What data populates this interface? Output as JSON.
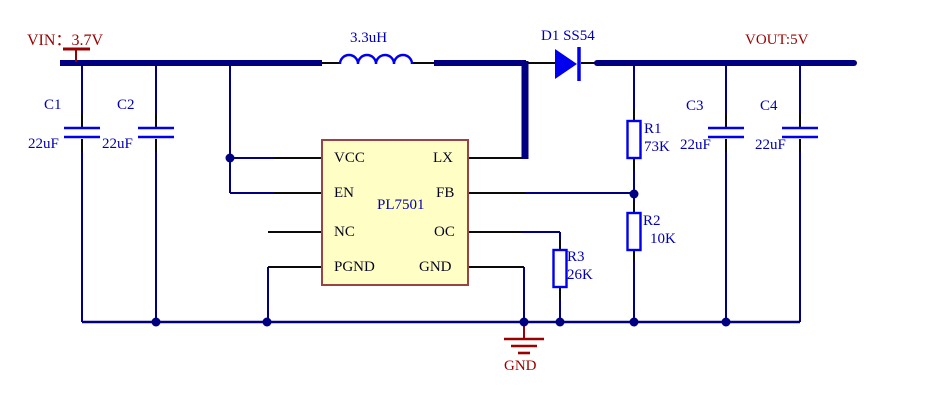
{
  "schematic": {
    "nets": {
      "vin_label": "VIN：3.7V",
      "vout_label": "VOUT:5V",
      "gnd_label": "GND"
    },
    "ic": {
      "name": "PL7501",
      "pins_left": [
        "VCC",
        "EN",
        "NC",
        "PGND"
      ],
      "pins_right": [
        "LX",
        "FB",
        "OC",
        "GND"
      ]
    },
    "components": {
      "l1": {
        "value": "3.3uH"
      },
      "d1": {
        "label": "D1 SS54"
      },
      "c1": {
        "ref": "C1",
        "value": "22uF"
      },
      "c2": {
        "ref": "C2",
        "value": "22uF"
      },
      "c3": {
        "ref": "C3",
        "value": "22uF"
      },
      "c4": {
        "ref": "C4",
        "value": "22uF"
      },
      "r1": {
        "ref": "R1",
        "value": "73K"
      },
      "r2": {
        "ref": "R2",
        "value": "10K"
      },
      "r3": {
        "ref": "R3",
        "value": "26K"
      }
    },
    "colors": {
      "wire_navy": "#000080",
      "symbol_blue": "#0000EE",
      "component_text_blue": "#0000B0",
      "net_text_red": "#990000",
      "ic_fill": "#FFFFC5",
      "ic_border": "#994444"
    }
  }
}
